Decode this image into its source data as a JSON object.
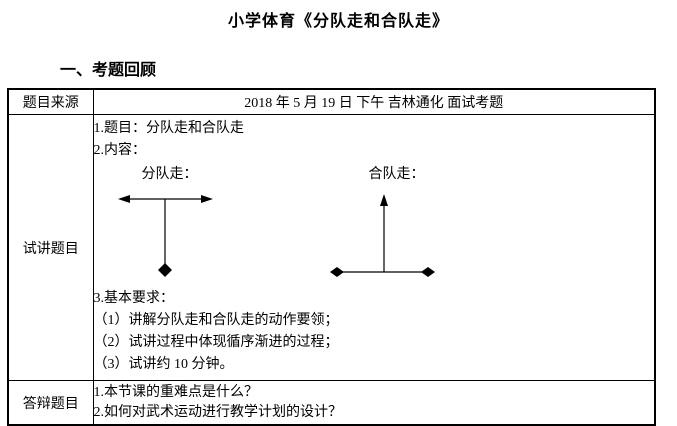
{
  "page": {
    "title": "小学体育《分队走和合队走》",
    "section_heading": "一、考题回顾"
  },
  "table": {
    "source_row": {
      "label": "题目来源",
      "value": "2018 年 5 月 19 日 下午 吉林通化 面试考题"
    },
    "lecture_row": {
      "label": "试讲题目",
      "topic_line": "1.题目：分队走和合队走",
      "content_line": "2.内容：",
      "diagram": {
        "left_label": "分队走：",
        "right_label": "合队走："
      },
      "requirements_heading": "3.基本要求：",
      "requirements": [
        "（1）讲解分队走和合队走的动作要领；",
        "（2）试讲过程中体现循序渐进的过程；",
        "（3）试讲约 10 分钟。"
      ]
    },
    "defense_row": {
      "label": "答辩题目",
      "questions": [
        "1.本节课的重难点是什么？",
        "2.如何对武术运动进行教学计划的设计？"
      ]
    }
  },
  "colors": {
    "text": "#000000",
    "border": "#000000",
    "background": "#ffffff"
  }
}
